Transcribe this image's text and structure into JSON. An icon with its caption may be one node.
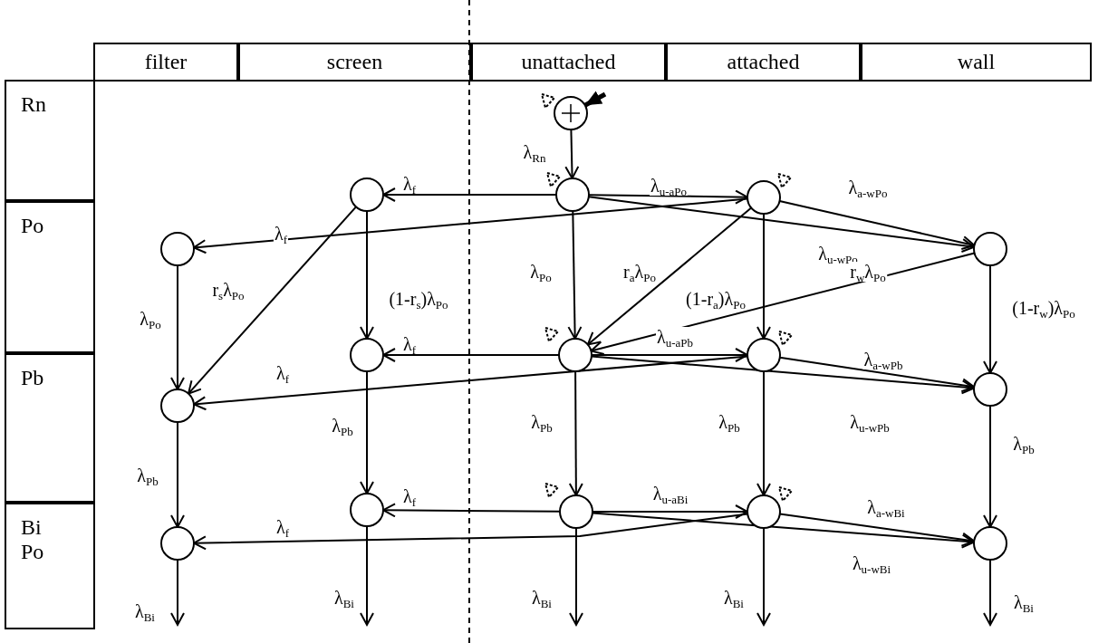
{
  "diagram": {
    "nodes": [
      {
        "text": [],
        "shape": "circle"
      },
      {
        "text": [],
        "shape": "circle"
      },
      {
        "text": [],
        "shape": "circle"
      },
      {
        "text": [],
        "shape": "circle"
      },
      {
        "text": [],
        "shape": "circle"
      },
      {
        "text": [],
        "shape": "circle"
      },
      {
        "text": [],
        "shape": "circle"
      },
      {
        "text": [],
        "shape": "circle"
      },
      {
        "text": [],
        "shape": "circle"
      },
      {
        "text": [],
        "shape": "circle"
      },
      {
        "text": [],
        "shape": "circle"
      },
      {
        "text": [],
        "shape": "circle"
      },
      {
        "text": [],
        "shape": "circle"
      },
      {
        "text": [],
        "shape": "circle"
      },
      {
        "text": [],
        "shape": "circle"
      },
      {
        "text": [],
        "shape": "circle"
      }
    ],
    "edges": [
      {
        "from": null,
        "to": 0,
        "arrow": "to",
        "style": "thick"
      },
      {
        "from": 0,
        "to": 2,
        "arrow": "to",
        "label": "λ$_{Rn}$"
      },
      {
        "from": 2,
        "to": 1,
        "arrow": "to",
        "label": "λ$_{f}$"
      },
      {
        "from": 3,
        "to": 4,
        "arrow": "to",
        "label": "λ$_{f}$"
      },
      {
        "from": 2,
        "to": 3,
        "arrow": "to",
        "label": "λ$_{u-aPo}$"
      },
      {
        "from": 3,
        "to": 5,
        "arrow": "to",
        "label": "λ$_{a-wPo}$"
      },
      {
        "from": 2,
        "to": 5,
        "arrow": "to",
        "label": "λ$_{u-wPo}$"
      },
      {
        "from": 1,
        "to": 10,
        "arrow": "to",
        "label": "r$_{s}$λ$_{Po}$"
      },
      {
        "from": 1,
        "to": 6,
        "arrow": "to",
        "label": "(1-r$_{s}$)λ$_{Po}$"
      },
      {
        "from": 4,
        "to": 10,
        "arrow": "to",
        "label": "λ$_{Po}$"
      },
      {
        "from": 2,
        "to": 7,
        "arrow": "to",
        "label": "λ$_{Po}$"
      },
      {
        "from": 3,
        "to": 7,
        "arrow": "to",
        "label": "r$_{a}$λ$_{Po}$"
      },
      {
        "from": 3,
        "to": 8,
        "arrow": "to",
        "label": "(1-r$_{a}$)λ$_{Po}$"
      },
      {
        "from": 5,
        "to": 7,
        "arrow": "to",
        "label": "r$_{w}$λ$_{Po}$"
      },
      {
        "from": 5,
        "to": 9,
        "arrow": "to",
        "label": "(1-r$_{w}$)λ$_{Po}$"
      },
      {
        "from": 7,
        "to": 6,
        "arrow": "to",
        "label": "λ$_{f}$"
      },
      {
        "from": 8,
        "to": 10,
        "arrow": "to",
        "label": "λ$_{f}$"
      },
      {
        "from": 7,
        "to": 8,
        "arrow": "to",
        "label": "λ$_{u-aPb}$"
      },
      {
        "from": 8,
        "to": 9,
        "arrow": "to",
        "label": "λ$_{a-wPb}$"
      },
      {
        "from": 7,
        "to": 9,
        "arrow": "to",
        "label": "λ$_{u-wPb}$"
      },
      {
        "from": 6,
        "to": 11,
        "arrow": "to",
        "label": "λ$_{Pb}$"
      },
      {
        "from": 7,
        "to": 12,
        "arrow": "to",
        "label": "λ$_{Pb}$"
      },
      {
        "from": 8,
        "to": 13,
        "arrow": "to",
        "label": "λ$_{Pb}$"
      },
      {
        "from": 10,
        "to": 14,
        "arrow": "to",
        "label": "λ$_{Pb}$"
      },
      {
        "from": 9,
        "to": 15,
        "arrow": "to",
        "label": "λ$_{Pb}$"
      },
      {
        "from": 12,
        "to": 11,
        "arrow": "to",
        "label": "λ$_{f}$"
      },
      {
        "from": 13,
        "to": 14,
        "arrow": "to",
        "label": "λ$_{f}$"
      },
      {
        "from": 12,
        "to": 13,
        "arrow": "to",
        "label": "λ$_{u-aBi}$"
      },
      {
        "from": 13,
        "to": 15,
        "arrow": "to",
        "label": "λ$_{a-wBi}$"
      },
      {
        "from": 12,
        "to": 15,
        "arrow": "to",
        "label": "λ$_{u-wBi}$"
      },
      {
        "from": 14,
        "to": null,
        "arrow": "to",
        "label": "λ$_{Bi}$"
      },
      {
        "from": 11,
        "to": null,
        "arrow": "to",
        "label": "λ$_{Bi}$"
      },
      {
        "from": 12,
        "to": null,
        "arrow": "to",
        "label": "λ$_{Bi}$"
      },
      {
        "from": 13,
        "to": null,
        "arrow": "to",
        "label": "λ$_{Bi}$"
      },
      {
        "from": 15,
        "to": null,
        "arrow": "to",
        "label": "λ$_{Bi}$"
      }
    ],
    "labels": [
      "filter",
      "screen",
      "unattached",
      "attached",
      "wall",
      "Rn",
      "Po",
      "Pb",
      "Bi Po"
    ]
  }
}
